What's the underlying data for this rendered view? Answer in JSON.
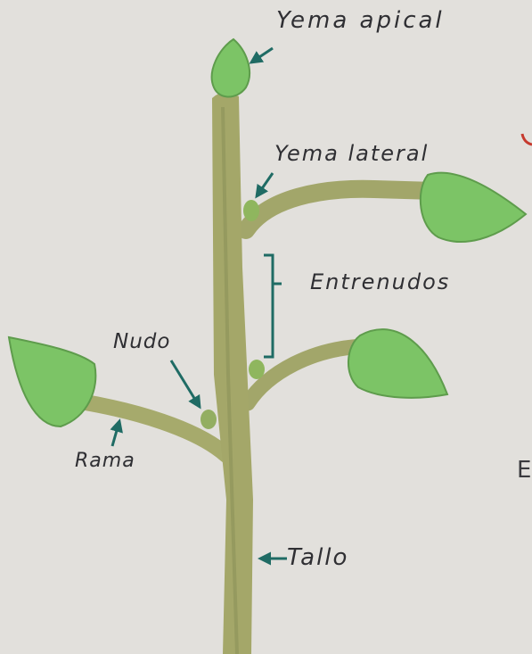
{
  "diagram": {
    "labels": {
      "yema_apical": "Yema apical",
      "yema_lateral": "Yema lateral",
      "entrenudos": "Entrenudos",
      "nudo": "Nudo",
      "rama": "Rama",
      "tallo": "Tallo",
      "edge_letter": "E"
    },
    "colors": {
      "paper": "#e2e0dc",
      "stem": "#a4a769",
      "stem_shadow": "#8c9158",
      "leaf": "#7cc466",
      "leaf_edge": "#5e9c4c",
      "arrow": "#1f6b64",
      "red_mark": "#c63a2e",
      "text": "#2f2f33"
    }
  }
}
